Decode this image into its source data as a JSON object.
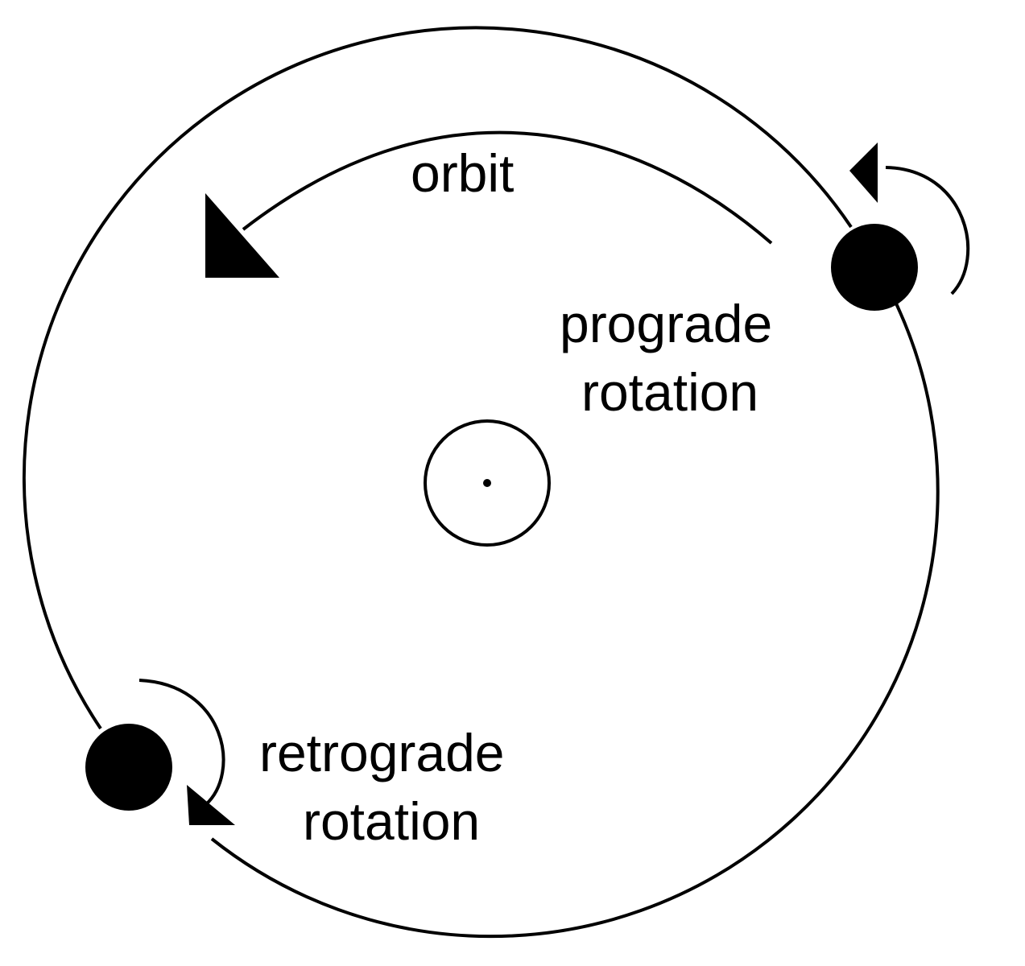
{
  "diagram": {
    "labels": {
      "orbit": "orbit",
      "prograde_line1": "prograde",
      "prograde_line2": "rotation",
      "retrograde_line1": "retrograde",
      "retrograde_line2": "rotation"
    },
    "colors": {
      "background": "#ffffff",
      "ink": "#000000"
    }
  }
}
